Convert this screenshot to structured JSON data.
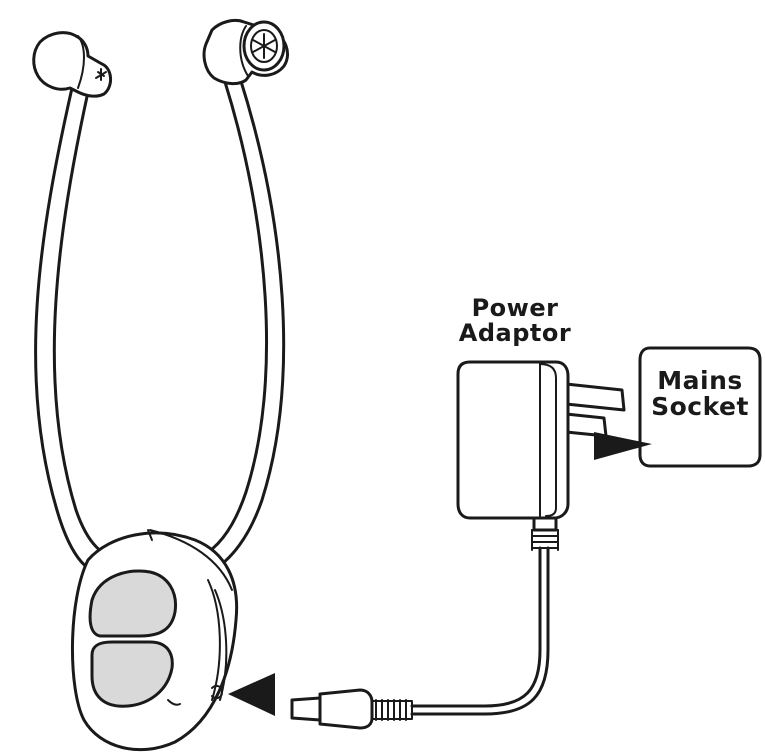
{
  "labels": {
    "power_adaptor_line1": "Power",
    "power_adaptor_line2": "Adaptor",
    "mains_socket_line1": "Mains",
    "mains_socket_line2": "Socket"
  },
  "colors": {
    "line": "#1a1a1a",
    "panel_fill": "#d9d9d9",
    "background": "#ffffff"
  }
}
